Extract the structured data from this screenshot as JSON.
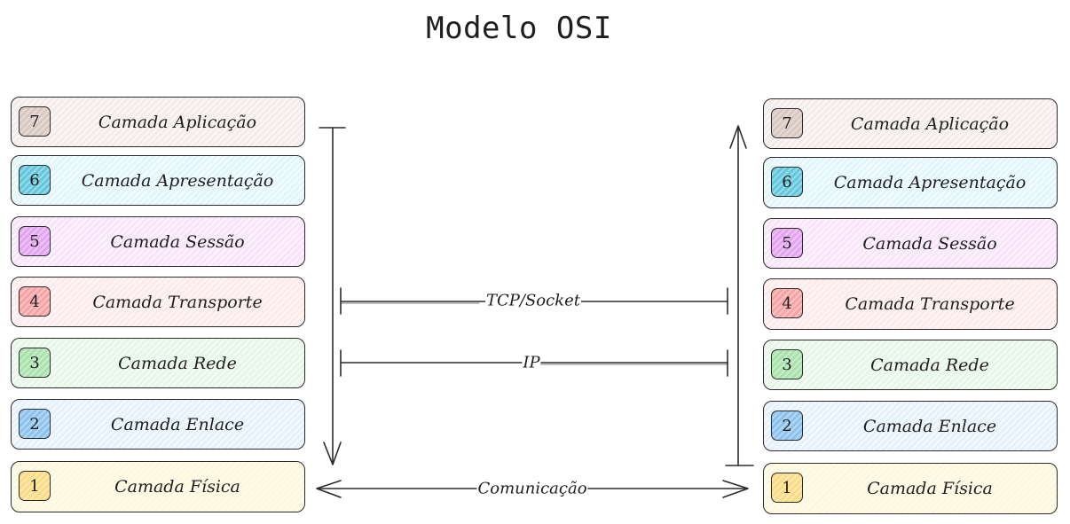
{
  "title": "Modelo OSI",
  "colors": {
    "stroke": "#2b2b2b",
    "text": "#1e1e1e"
  },
  "left_stack": {
    "layers": [
      {
        "number": "7",
        "label": "Camada Aplicação",
        "fill": "#f3ecea",
        "badge": "#d9c7c2"
      },
      {
        "number": "6",
        "label": "Camada Apresentação",
        "fill": "#e3f7fb",
        "badge": "#62c7dc"
      },
      {
        "number": "5",
        "label": "Camada Sessão",
        "fill": "#f8e5fb",
        "badge": "#e3a5f0"
      },
      {
        "number": "4",
        "label": "Camada Transporte",
        "fill": "#fdeaea",
        "badge": "#f7a3a3"
      },
      {
        "number": "3",
        "label": "Camada Rede",
        "fill": "#e7f7e7",
        "badge": "#a9e2ad"
      },
      {
        "number": "2",
        "label": "Camada Enlace",
        "fill": "#e5f2fc",
        "badge": "#8cc2ee"
      },
      {
        "number": "1",
        "label": "Camada Física",
        "fill": "#fdf7dc",
        "badge": "#fbdc85"
      }
    ]
  },
  "right_stack": {
    "layers": [
      {
        "number": "7",
        "label": "Camada Aplicação",
        "fill": "#f3ecea",
        "badge": "#d9c7c2"
      },
      {
        "number": "6",
        "label": "Camada Apresentação",
        "fill": "#e3f7fb",
        "badge": "#62c7dc"
      },
      {
        "number": "5",
        "label": "Camada Sessão",
        "fill": "#f8e5fb",
        "badge": "#e3a5f0"
      },
      {
        "number": "4",
        "label": "Camada Transporte",
        "fill": "#fdeaea",
        "badge": "#f7a3a3"
      },
      {
        "number": "3",
        "label": "Camada Rede",
        "fill": "#e7f7e7",
        "badge": "#a9e2ad"
      },
      {
        "number": "2",
        "label": "Camada Enlace",
        "fill": "#e5f2fc",
        "badge": "#8cc2ee"
      },
      {
        "number": "1",
        "label": "Camada Física",
        "fill": "#fdf7dc",
        "badge": "#fbdc85"
      }
    ]
  },
  "connections": {
    "tcp": "TCP/Socket",
    "ip": "IP",
    "physical": "Comunicação"
  }
}
